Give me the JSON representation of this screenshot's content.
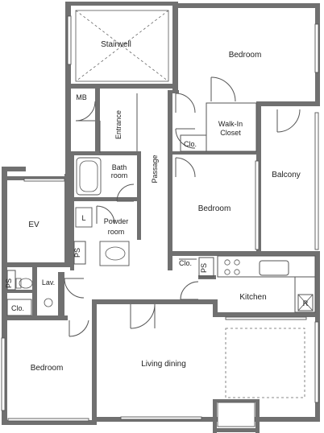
{
  "rooms": {
    "stairwell": "Stairwell",
    "bedroom_top": "Bedroom",
    "mb": "MB",
    "entrance": "Entrance",
    "walk_in_closet_line1": "Walk-In",
    "walk_in_closet_line2": "Closet",
    "clo_walk": "Clo.",
    "balcony": "Balcony",
    "bath_line1": "Bath",
    "bath_line2": "room",
    "passage": "Passage",
    "bedroom_middle": "Bedroom",
    "ev": "EV",
    "l": "L",
    "powder_line1": "Powder",
    "powder_line2": "room",
    "ps_powder": "PS",
    "clo_passage": "Clo.",
    "ps_kitchen": "PS",
    "kitchen": "Kitchen",
    "r": "R",
    "ps_lav": "PS",
    "lav": "Lav.",
    "clo_lav": "Clo.",
    "living_dining": "Living dining",
    "bedroom_bottom": "Bedroom"
  }
}
